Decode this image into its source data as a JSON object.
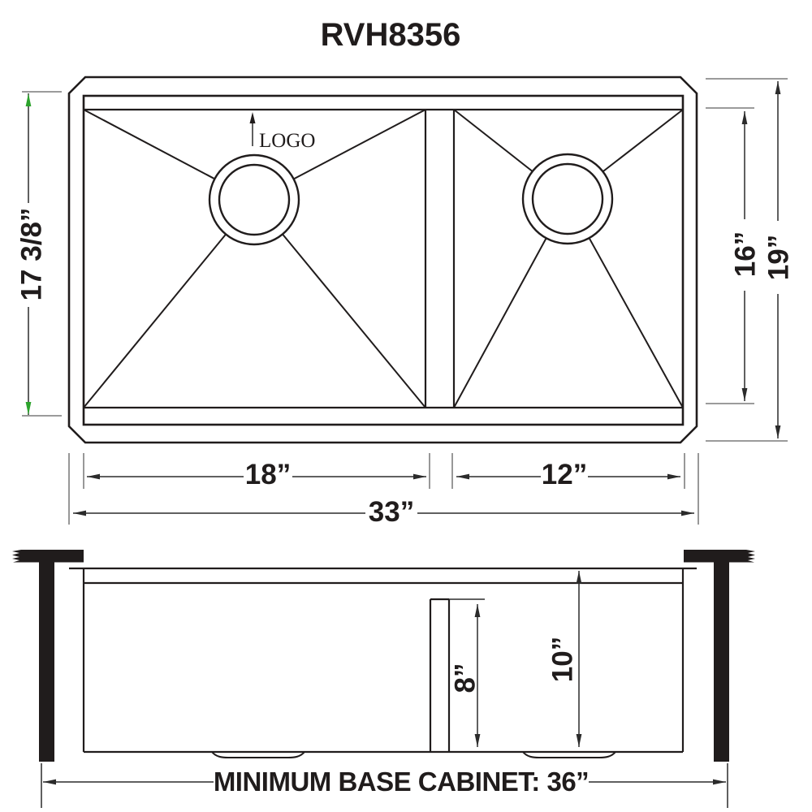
{
  "title": "RVH8356",
  "colors": {
    "bg": "#ffffff",
    "line": "#201c1c",
    "dim": "#2b2b2b",
    "ext": "#8d8d8d",
    "green": "#2ca32c"
  },
  "top_view": {
    "logo_label": "LOGO",
    "dim_total_width": "33”",
    "dim_left_bowl_width": "18”",
    "dim_right_bowl_width": "12”",
    "dim_front_to_back": "17 3/8”",
    "dim_bowl_front_to_back": "16”",
    "dim_outer_front_to_back": "19”"
  },
  "side_view": {
    "dim_divider_depth": "8”",
    "dim_bowl_depth": "10”",
    "cabinet_note": "MINIMUM BASE CABINET: 36”"
  }
}
